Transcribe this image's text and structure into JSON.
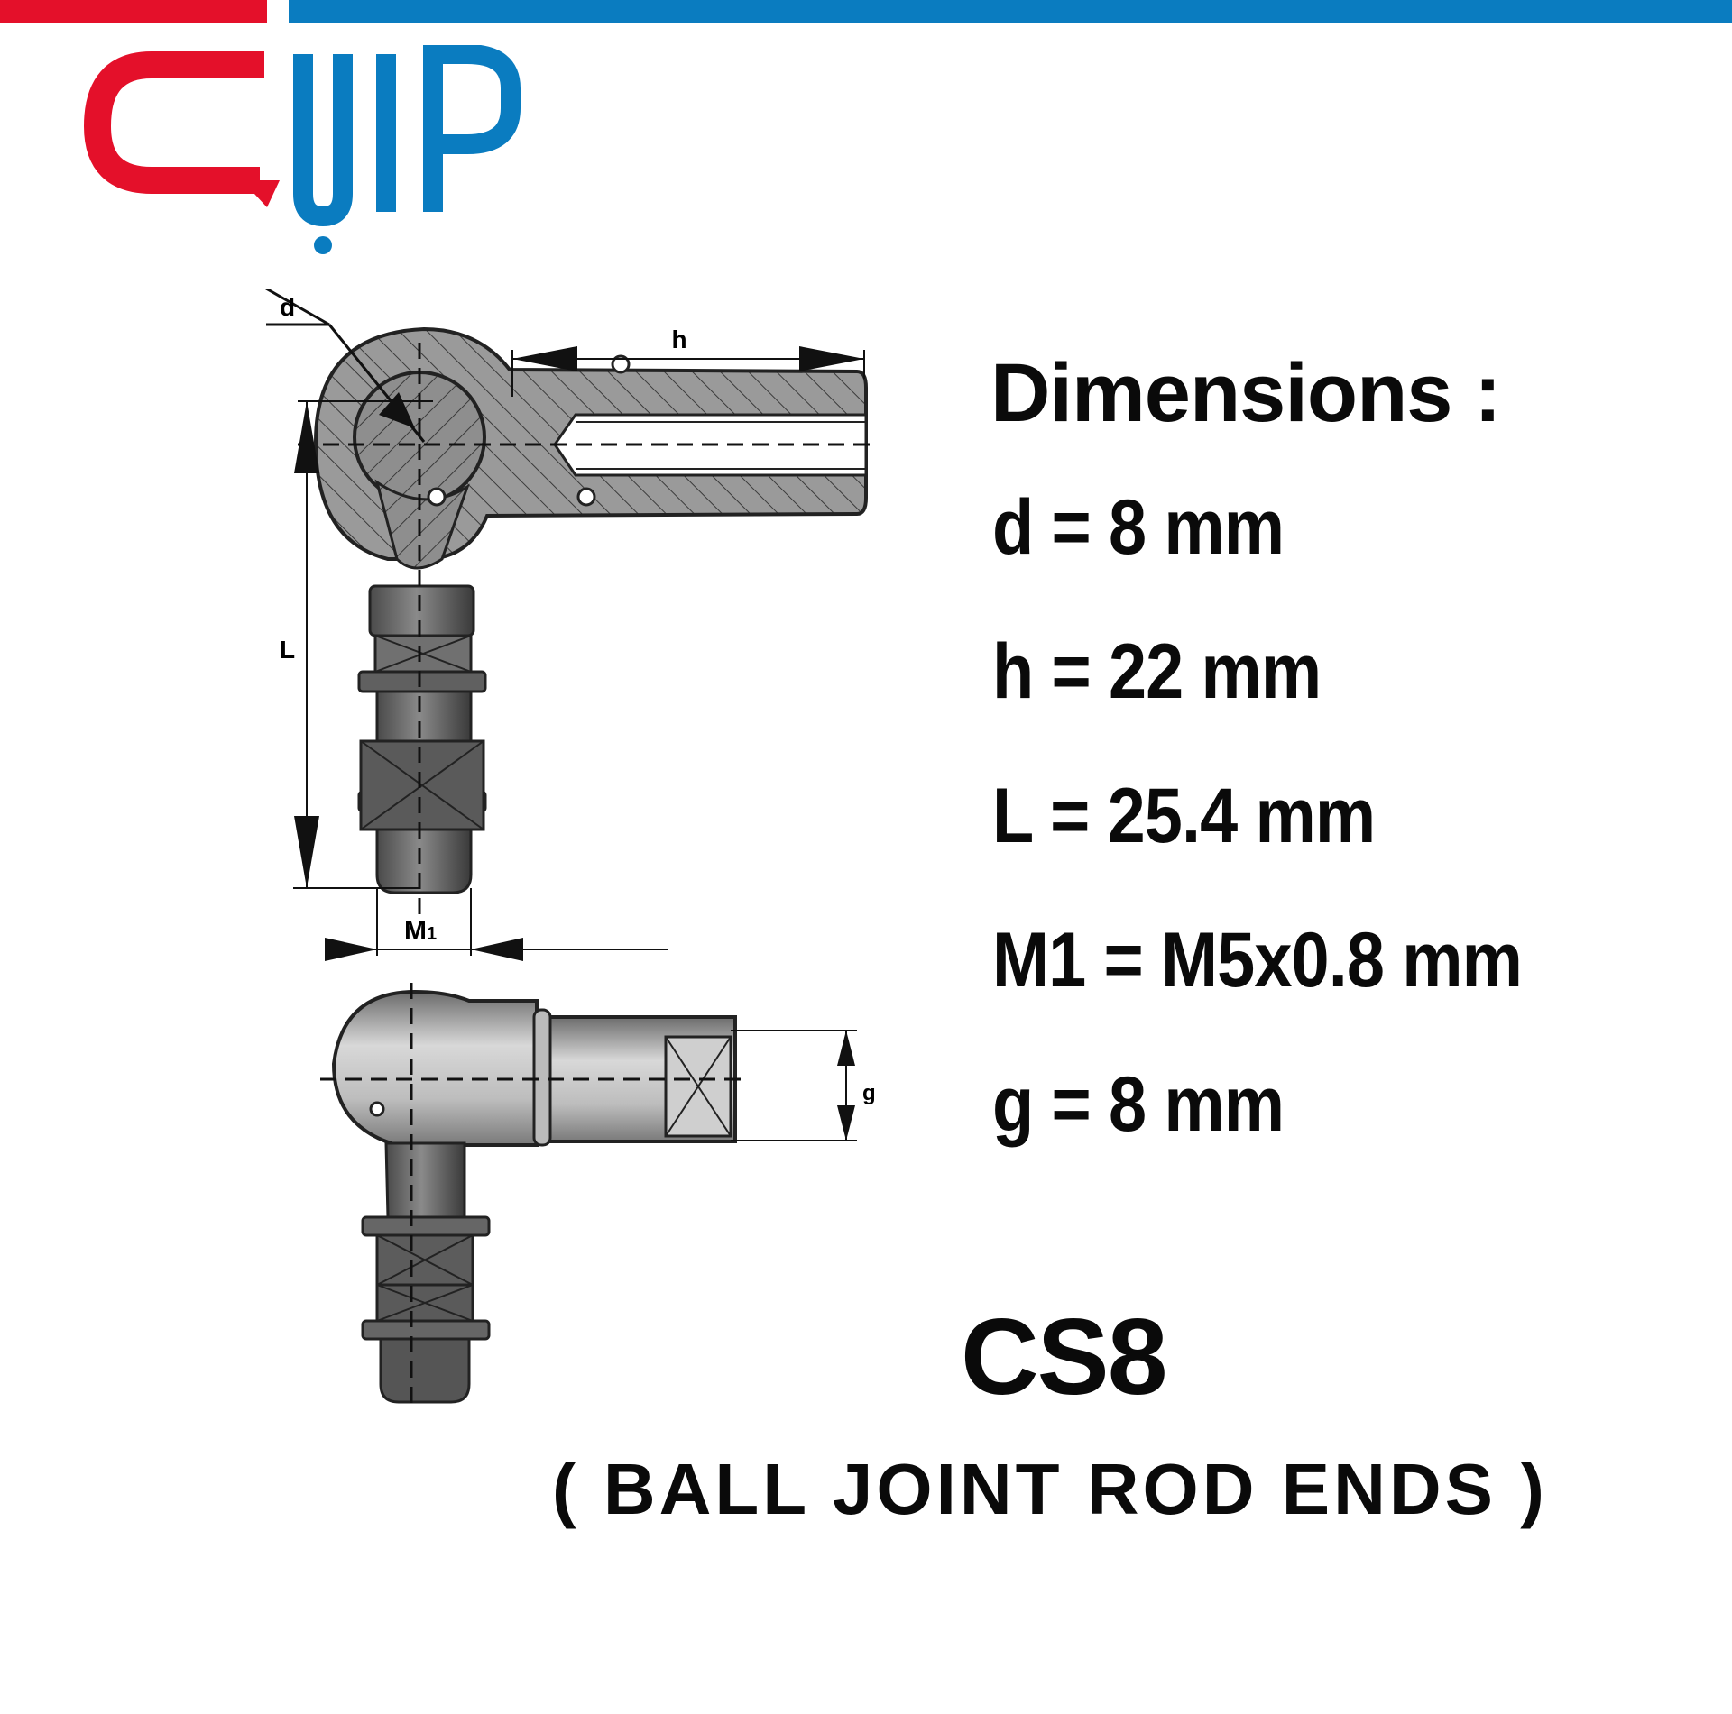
{
  "brand": {
    "name": "QUIP",
    "colors": {
      "red": "#e4102a",
      "blue": "#0a7cc0"
    }
  },
  "drawing": {
    "labels": {
      "d": "d",
      "h": "h",
      "L": "L",
      "M1_main": "M",
      "M1_sub": "1",
      "g": "g"
    }
  },
  "specs": {
    "title": "Dimensions :",
    "rows": [
      "d = 8 mm",
      "h = 22 mm",
      "L = 25.4 mm",
      "M1 = M5x0.8 mm",
      "g = 8 mm"
    ]
  },
  "product": {
    "model": "CS8",
    "type": "( BALL JOINT ROD ENDS )"
  }
}
